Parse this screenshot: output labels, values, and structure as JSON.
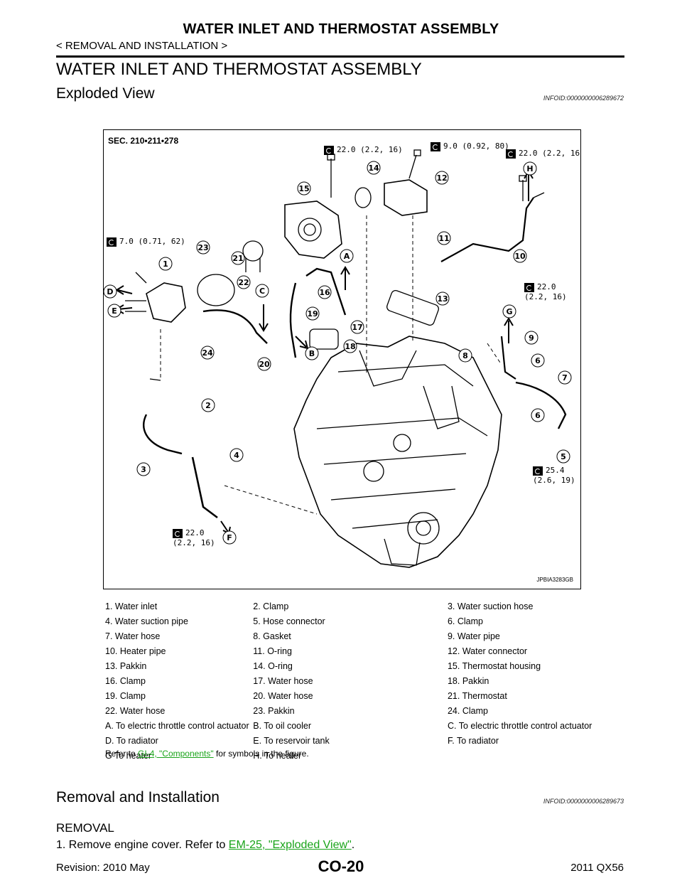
{
  "header": {
    "title": "WATER INLET AND THERMOSTAT ASSEMBLY",
    "section": "< REMOVAL AND INSTALLATION >"
  },
  "main_title": "WATER INLET AND THERMOSTAT ASSEMBLY",
  "exploded": {
    "heading": "Exploded View",
    "info_id": "INFOID:0000000006289672"
  },
  "figure": {
    "sec": "SEC. 210•211•278",
    "code": "JPBIA3283GB",
    "torques": {
      "t15": "22.0 (2.2, 16)",
      "t12": "9.0 (0.92, 80)",
      "tH": "22.0 (2.2, 16)",
      "t1": "7.0 (0.71, 62)",
      "tG": "22.0\n(2.2, 16)",
      "t5": "25.4\n(2.6, 19)",
      "tF": "22.0\n(2.2, 16)"
    },
    "callouts": [
      "1",
      "2",
      "3",
      "4",
      "5",
      "6",
      "6",
      "7",
      "8",
      "9",
      "10",
      "11",
      "12",
      "13",
      "14",
      "15",
      "16",
      "17",
      "18",
      "19",
      "20",
      "21",
      "22",
      "23",
      "24"
    ],
    "letters": [
      "A",
      "B",
      "C",
      "D",
      "E",
      "F",
      "G",
      "H"
    ]
  },
  "legend": [
    [
      "1.  Water inlet",
      "2.  Clamp",
      "3.  Water suction hose"
    ],
    [
      "4.  Water suction pipe",
      "5.  Hose connector",
      "6.  Clamp"
    ],
    [
      "7.  Water hose",
      "8.  Gasket",
      "9.  Water pipe"
    ],
    [
      "10.  Heater pipe",
      "11.  O-ring",
      "12.  Water connector"
    ],
    [
      "13.  Pakkin",
      "14.  O-ring",
      "15.  Thermostat housing"
    ],
    [
      "16.  Clamp",
      "17.  Water hose",
      "18.  Pakkin"
    ],
    [
      "19.  Clamp",
      "20.  Water hose",
      "21.  Thermostat"
    ],
    [
      "22.  Water hose",
      "23.  Pakkin",
      "24.  Clamp"
    ],
    [
      "A.  To electric throttle control actuator",
      "B.  To oil cooler",
      "C.  To electric throttle control actuator"
    ],
    [
      "D.  To radiator",
      "E.  To reservoir tank",
      "F.  To radiator"
    ],
    [
      "G  To heater",
      "H.  To heater",
      ""
    ]
  ],
  "refer": {
    "prefix": "Refer to ",
    "link": "GI-4, \"Components\"",
    "suffix": " for symbols in the figure."
  },
  "removal_installation": {
    "heading": "Removal and Installation",
    "info_id": "INFOID:0000000006289673",
    "sub": "REMOVAL",
    "step1_prefix": "1.  Remove engine cover. Refer to ",
    "step1_link": "EM-25, \"Exploded View\"",
    "step1_suffix": "."
  },
  "footer": {
    "revision": "Revision: 2010 May",
    "page": "CO-20",
    "model": "2011 QX56"
  }
}
